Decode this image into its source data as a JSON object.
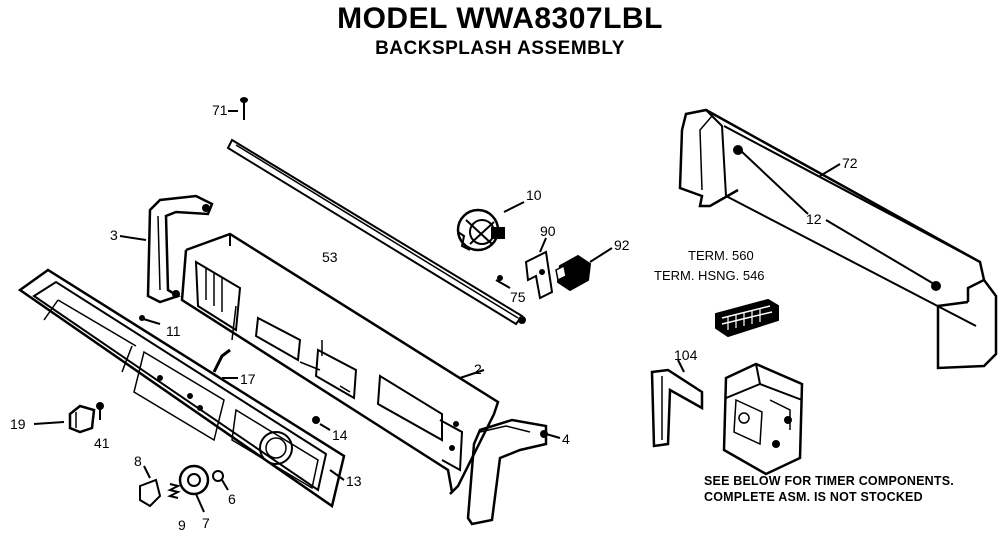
{
  "header": {
    "model": "MODEL WWA8307LBL",
    "subtitle": "BACKSPLASH ASSEMBLY"
  },
  "labels": {
    "p71_top": "71",
    "p53": "53",
    "p10": "10",
    "p90": "90",
    "p92": "92",
    "p75": "75",
    "p72": "72",
    "p12": "12",
    "p3": "3",
    "p11": "11",
    "p2": "2",
    "p17": "17",
    "p19": "19",
    "p41": "41",
    "p14": "14",
    "p4": "4",
    "p8": "8",
    "p9": "9",
    "p7": "7",
    "p6": "6",
    "p13": "13",
    "p104": "104"
  },
  "terminal": {
    "line1": "TERM. 560",
    "line2": "TERM. HSNG. 546"
  },
  "notes": {
    "line1": "SEE BELOW FOR TIMER COMPONENTS.",
    "line2": "COMPLETE ASM. IS NOT STOCKED"
  }
}
